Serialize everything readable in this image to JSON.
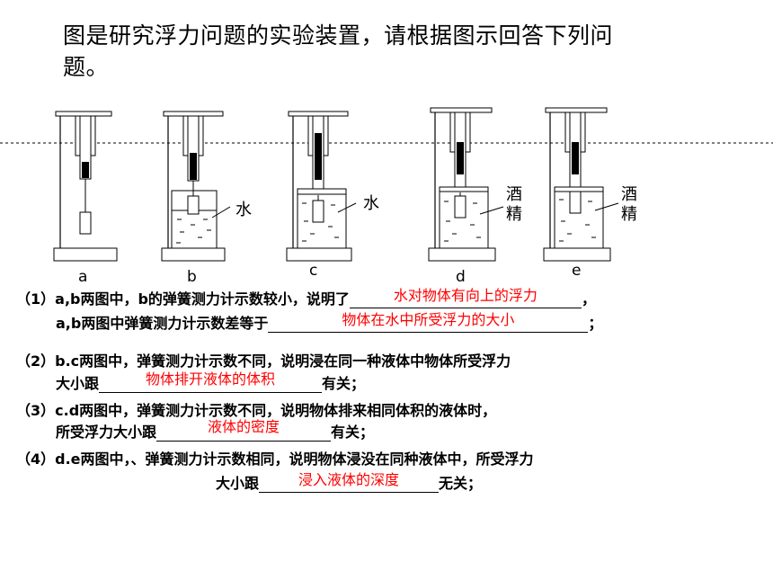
{
  "title": "图是研究浮力问题的实验装置，请根据图示回答下列问题。",
  "figure": {
    "labels": [
      "a",
      "b",
      "c",
      "d",
      "e"
    ],
    "water": "水",
    "alcohol_top": "酒",
    "alcohol_bottom": "精"
  },
  "q1": {
    "num": "（1）",
    "line1_before": "a,b两图中，b的弹簧测力计示数较小，说明了",
    "answer1": "水对物体有向上的浮力",
    "line1_after": "，",
    "line2_before": "a,b两图中弹簧测力计示数差等于",
    "answer2": "物体在水中所受浮力的大小",
    "line2_after": "；"
  },
  "q2": {
    "num": "（2）",
    "line1": "b.c两图中，弹簧测力计示数不同，说明浸在同一种液体中物体所受浮力",
    "line2_before": "大小跟",
    "answer": "物体排开液体的体积",
    "line2_after": "有关；"
  },
  "q3": {
    "num": "（3）",
    "line1": "c.d两图中，弹簧测力计示数不同，说明物体排来相同体积的液体时，",
    "line2_before": "所受浮力大小跟",
    "answer": "液体的密度",
    "line2_after": "有关；"
  },
  "q4": {
    "num": "（4）",
    "line1": "d.e两图中，、弹簧测力计示数相同，说明物体浸没在同种液体中，所受浮力",
    "line2_before": "大小跟",
    "answer": "浸入液体的深度",
    "line2_after": "无关；"
  }
}
